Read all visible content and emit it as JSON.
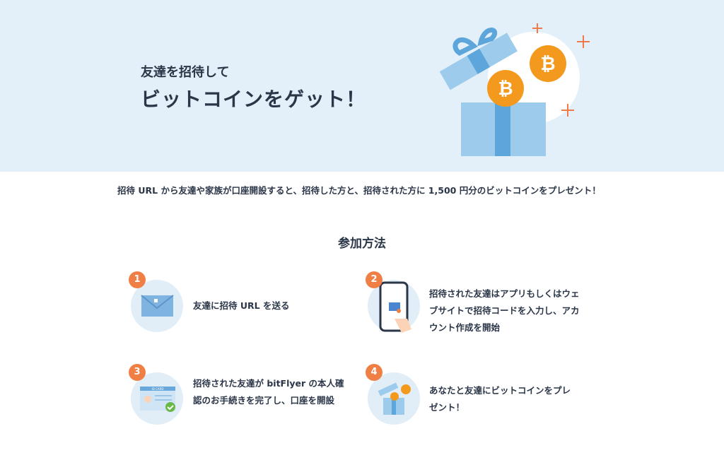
{
  "hero": {
    "subtitle": "友達を招待して",
    "title": "ビットコインをゲット！"
  },
  "description": "招待 URL から友達や家族が口座開設すると、招待した方と、招待された方に 1,500 円分のビットコインをプレゼント！",
  "section_title": "参加方法",
  "steps": [
    {
      "number": "1",
      "text": "友達に招待 URL を送る"
    },
    {
      "number": "2",
      "text": "招待された友達はアプリもしくはウェブサイトで招待コードを入力し、アカウント作成を開始"
    },
    {
      "number": "3",
      "text": "招待された友達が bitFlyer の本人確認のお手続きを完了し、口座を開設"
    },
    {
      "number": "4",
      "text": "あなたと友達にビットコインをプレゼント！"
    }
  ],
  "id_card_label": "ID CARD",
  "colors": {
    "hero_bg": "#e3f0f9",
    "accent": "#ef7f45",
    "coin": "#f39a1e"
  }
}
